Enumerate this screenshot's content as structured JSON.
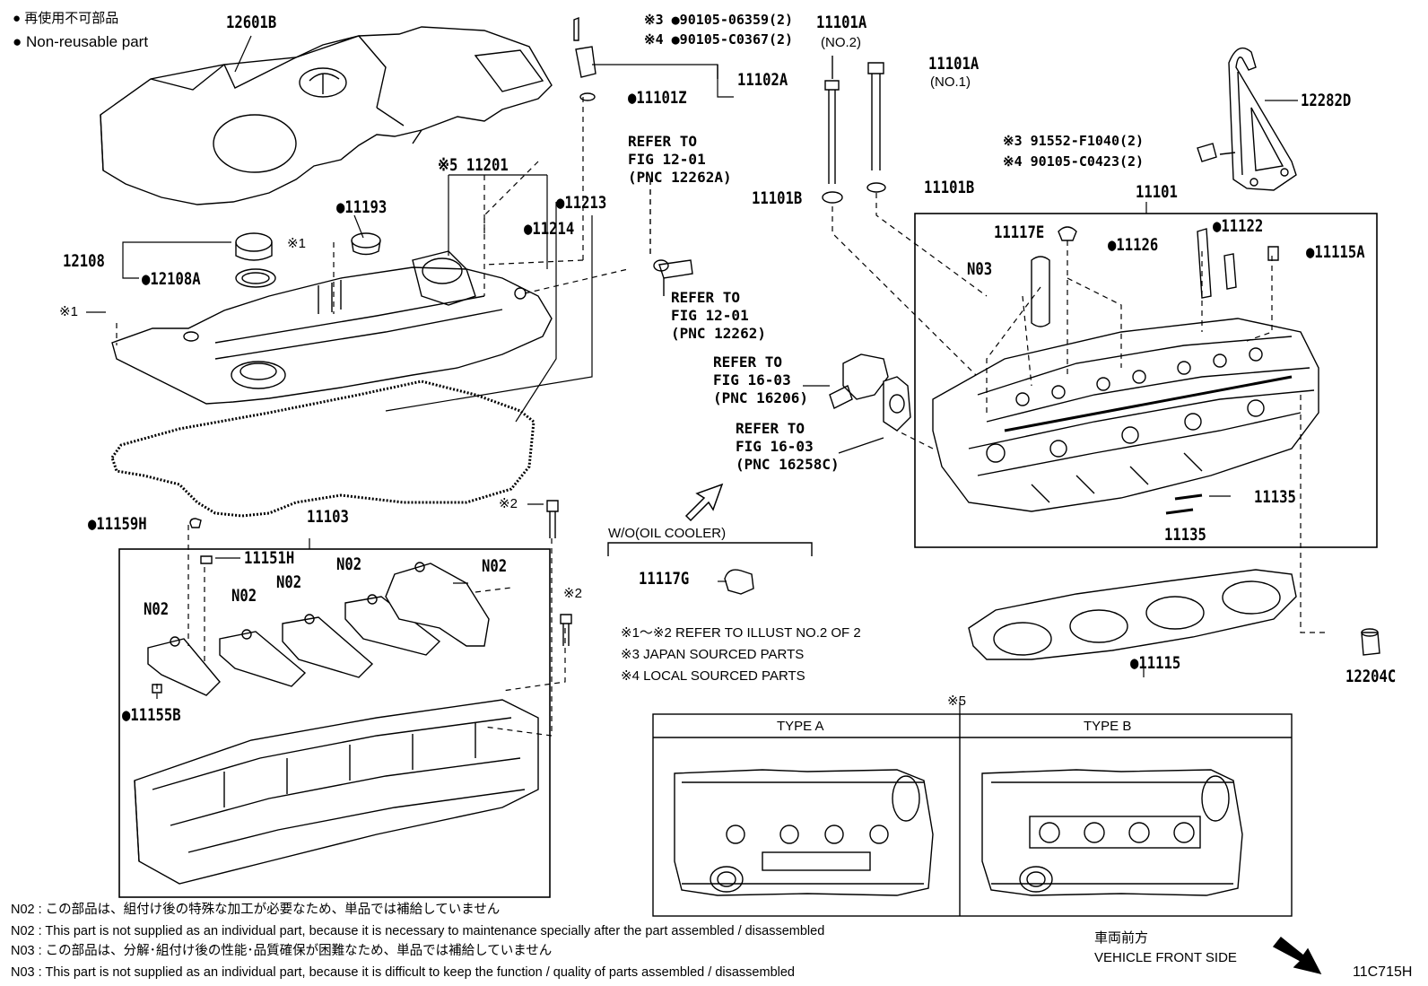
{
  "legend": {
    "jp": "● 再使用不可部品",
    "en": "● Non-reusable part"
  },
  "parts": {
    "p12601B": "12601B",
    "p11201": "※5 11201",
    "p11193": "●11193",
    "p12108": "12108",
    "p12108A": "●12108A",
    "px1a": "※1",
    "px1b": "※1",
    "p11213": "●11213",
    "p11214": "●11214",
    "p11102A": "11102A",
    "p11101Z": "●11101Z",
    "p11101A_no2": "11101A",
    "p11101A_no2_sub": "(NO.2)",
    "p11101A_no1": "11101A",
    "p11101A_no1_sub": "(NO.1)",
    "p11101B_a": "11101B",
    "p11101B_b": "11101B",
    "p12282D": "12282D",
    "p11101": "11101",
    "p11117E": "11117E",
    "p11126": "●11126",
    "p11122": "●11122",
    "p11115A": "●11115A",
    "pN03": "N03",
    "p11135a": "11135",
    "p11135b": "11135",
    "p11115": "●11115",
    "p12204C": "12204C",
    "p11159H": "●11159H",
    "p11103": "11103",
    "p11151H": "11151H",
    "pN02a": "N02",
    "pN02b": "N02",
    "pN02c": "N02",
    "pN02d": "N02",
    "pN02e": "N02",
    "p11155B": "●11155B",
    "px2a": "※2",
    "px2b": "※2",
    "p11117G": "11117G"
  },
  "bolt_refs": {
    "top_line1": "※3 ●90105-06359(2)",
    "top_line2": "※4 ●90105-C0367(2)",
    "right_line1": "※3 91552-F1040(2)",
    "right_line2": "※4 90105-C0423(2)"
  },
  "refers": {
    "r1": "REFER TO\nFIG 12-01\n(PNC 12262A)",
    "r2": "REFER TO\nFIG 12-01\n(PNC 12262)",
    "r3": "REFER TO\nFIG 16-03\n(PNC 16206)",
    "r4": "REFER TO\nFIG 16-03\n(PNC 16258C)"
  },
  "woil": "W/O(OIL COOLER)",
  "notes": {
    "n1": "※1～※2  REFER TO ILLUST NO.2 OF 2",
    "n2": "※3 JAPAN SOURCED PARTS",
    "n3": "※4 LOCAL SOURCED PARTS"
  },
  "types": {
    "marker": "※5",
    "a": "TYPE A",
    "b": "TYPE B"
  },
  "footnotes": {
    "f1": "N02 : この部品は、組付け後の特殊な加工が必要なため、単品では補給していません",
    "f2": "N02 : This part is not supplied as an individual part, because it is necessary to maintenance specially after the part assembled / disassembled",
    "f3": "N03 : この部品は、分解･組付け後の性能･品質確保が困難なため、単品では補給していません",
    "f4": "N03 : This part is not supplied as an individual part, because it is difficult to keep the function / quality of parts  assembled / disassembled"
  },
  "front": {
    "jp": "車両前方",
    "en": "VEHICLE FRONT SIDE"
  },
  "figure_code": "11C715H"
}
